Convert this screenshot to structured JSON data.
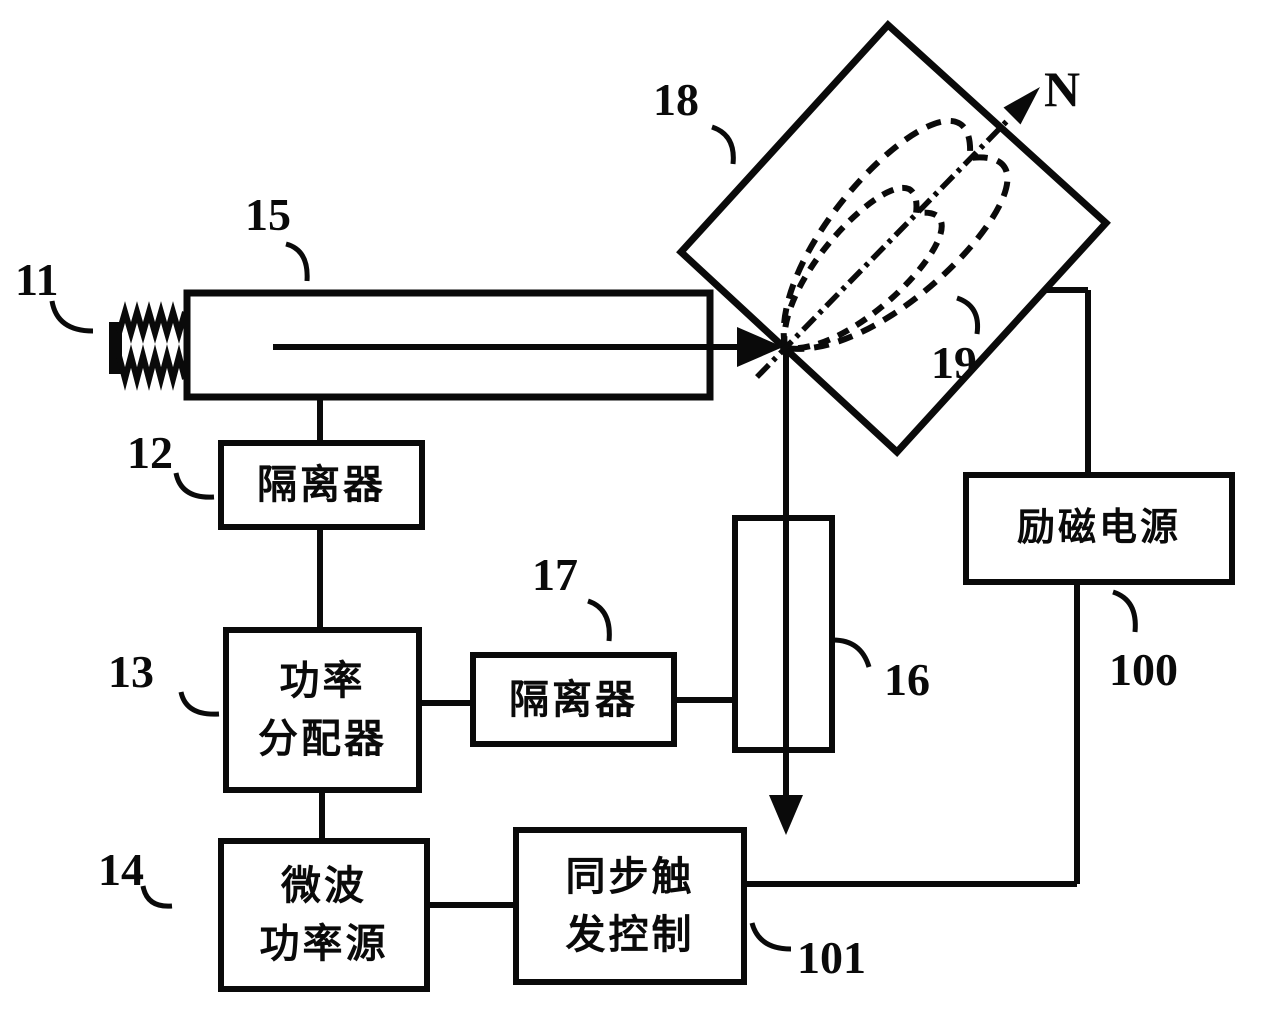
{
  "figure": {
    "type": "patent-schematic",
    "boxes": {
      "isolator12": "隔离器",
      "divider13_line1": "功率",
      "divider13_line2": "分配器",
      "source14_line1": "微波",
      "source14_line2": "功率源",
      "isolator17": "隔离器",
      "excitation100": "励磁电源",
      "trigger101_line1": "同步触",
      "trigger101_line2": "发控制"
    },
    "labels": {
      "n11": "11",
      "n12": "12",
      "n13": "13",
      "n14": "14",
      "n15": "15",
      "n16": "16",
      "n17": "17",
      "n18": "18",
      "n19": "19",
      "n100": "100",
      "n101": "101",
      "north": "N"
    },
    "colors": {
      "ink": "#0a0a0a",
      "paper": "#ffffff"
    }
  }
}
